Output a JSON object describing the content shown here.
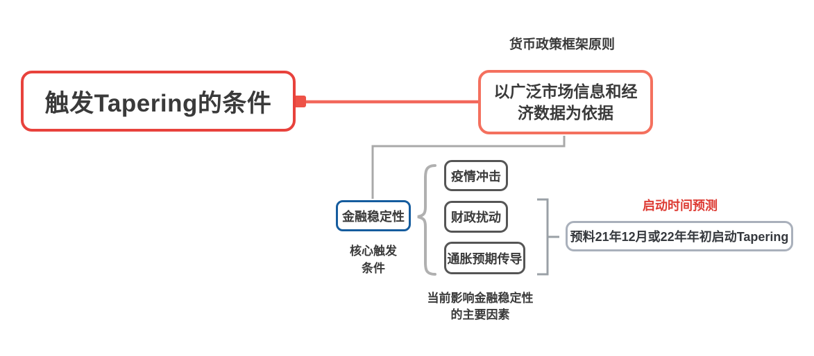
{
  "root": {
    "label": "触发Tapering的条件"
  },
  "framework": {
    "caption": "货币政策框架原则",
    "line1": "以广泛市场信息和经",
    "line2": "济数据为依据"
  },
  "stability": {
    "label": "金融稳定性",
    "caption_line1": "核心触发",
    "caption_line2": "条件"
  },
  "factors": {
    "items": [
      "疫情冲击",
      "财政扰动",
      "通胀预期传导"
    ],
    "caption_line1": "当前影响金融稳定性",
    "caption_line2": "的主要因素"
  },
  "prediction": {
    "caption": "启动时间预测",
    "label": "预料21年12月或22年年初启动Tapering"
  },
  "colors": {
    "root_border": "#e8423c",
    "framework_border": "#f4705e",
    "connector_red": "#f2685c",
    "connector_nub_red": "#ee5247",
    "stability_border": "#155c9e",
    "factor_border": "#555555",
    "prediction_border": "#a9b0bb",
    "connector_gray": "#a9a9a9",
    "brace_gray": "#b0b0b0",
    "bracket_gray": "#9aa0a6",
    "text": "#3a3a3a",
    "prediction_caption_red": "#dd3b33"
  }
}
